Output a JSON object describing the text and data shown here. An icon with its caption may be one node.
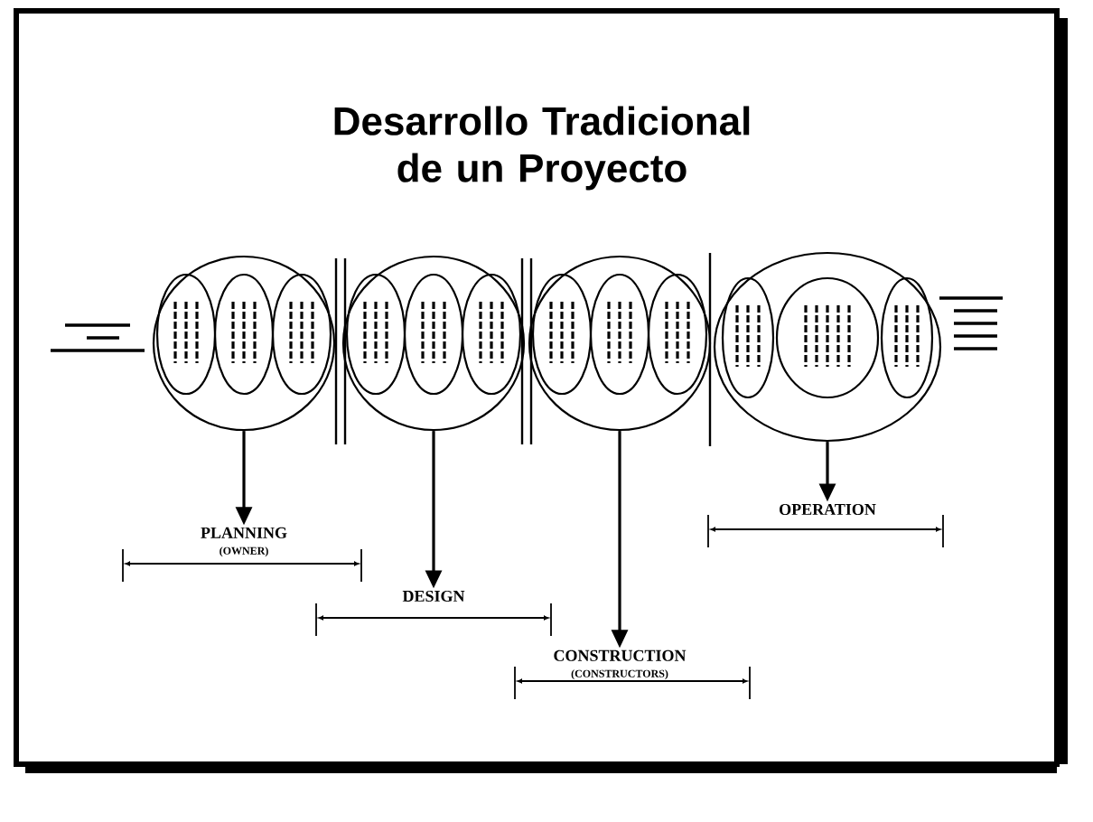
{
  "diagram": {
    "title": "Desarrollo Tradicional de un Proyecto",
    "nodes": [
      {
        "text": [],
        "shape": "circle"
      },
      {
        "text": [],
        "shape": "ellipse",
        "in": 0
      },
      {
        "text": [],
        "shape": "ellipse",
        "in": 0
      },
      {
        "text": [],
        "shape": "ellipse",
        "in": 0
      },
      {
        "text": [],
        "shape": "circle"
      },
      {
        "text": [],
        "shape": "ellipse",
        "in": 4
      },
      {
        "text": [],
        "shape": "ellipse",
        "in": 4
      },
      {
        "text": [],
        "shape": "ellipse",
        "in": 4
      },
      {
        "text": [],
        "shape": "circle"
      },
      {
        "text": [],
        "shape": "ellipse",
        "in": 8
      },
      {
        "text": [],
        "shape": "ellipse",
        "in": 8
      },
      {
        "text": [],
        "shape": "ellipse",
        "in": 8
      },
      {
        "text": [],
        "shape": "circle"
      },
      {
        "text": [],
        "shape": "ellipse",
        "in": 12
      },
      {
        "text": [],
        "shape": "ellipse",
        "in": 12
      },
      {
        "text": [],
        "shape": "ellipse",
        "in": 12
      },
      {
        "text": [
          "PLANNING",
          "(OWNER)"
        ]
      },
      {
        "text": [
          "DESIGN"
        ]
      },
      {
        "text": [
          "CONSTRUCTION",
          "(CONSTRUCTORS)"
        ]
      },
      {
        "text": [
          "OPERATION"
        ]
      }
    ],
    "edges": [
      {
        "from": 0,
        "to": 16,
        "arrow": "to"
      },
      {
        "from": 4,
        "to": 17,
        "arrow": "to"
      },
      {
        "from": 8,
        "to": 18,
        "arrow": "to"
      },
      {
        "from": 12,
        "to": 19,
        "arrow": "to"
      }
    ]
  }
}
